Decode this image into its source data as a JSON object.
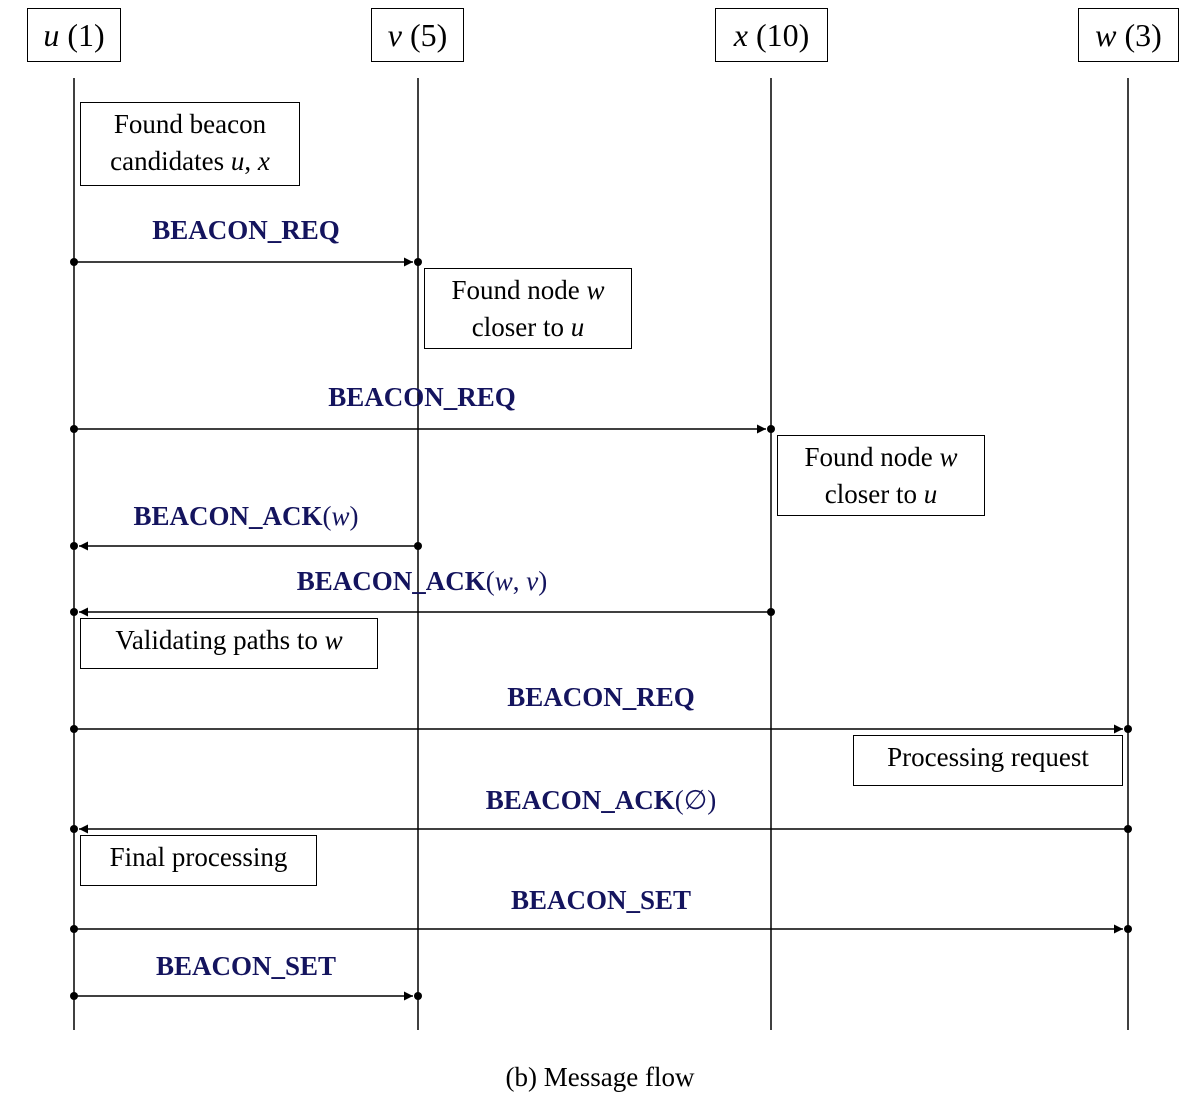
{
  "participants": [
    {
      "id": "u",
      "symbol": "u",
      "num": "(1)"
    },
    {
      "id": "v",
      "symbol": "v",
      "num": "(5)"
    },
    {
      "id": "x",
      "symbol": "x",
      "num": "(10)"
    },
    {
      "id": "w",
      "symbol": "w",
      "num": "(3)"
    }
  ],
  "notes": {
    "found_beacon": {
      "line1": "Found beacon",
      "line2_text": "candidates ",
      "line2_var1": "u",
      "line2_sep": ", ",
      "line2_var2": "x"
    },
    "found_node_v": {
      "line1_text": "Found node ",
      "line1_var": "w",
      "line2_text": "closer to ",
      "line2_var": "u"
    },
    "found_node_x": {
      "line1_text": "Found node ",
      "line1_var": "w",
      "line2_text": "closer to ",
      "line2_var": "u"
    },
    "validating": {
      "text": "Validating paths to ",
      "var": "w"
    },
    "processing": {
      "text": "Processing request"
    },
    "final": {
      "text": "Final processing"
    }
  },
  "messages": {
    "m1": {
      "label": "BEACON_REQ"
    },
    "m2": {
      "label": "BEACON_REQ"
    },
    "m3": {
      "label": "BEACON_ACK",
      "open": "(",
      "arg1": "w",
      "close": ")"
    },
    "m4": {
      "label": "BEACON_ACK",
      "open": "(",
      "arg1": "w",
      "sep": ", ",
      "arg2": "v",
      "close": ")"
    },
    "m5": {
      "label": "BEACON_REQ"
    },
    "m6": {
      "label": "BEACON_ACK",
      "args": "(∅)"
    },
    "m7": {
      "label": "BEACON_SET"
    },
    "m8": {
      "label": "BEACON_SET"
    }
  },
  "caption": "(b) Message flow",
  "colors": {
    "message_label": "#14145e",
    "line": "#000000"
  }
}
